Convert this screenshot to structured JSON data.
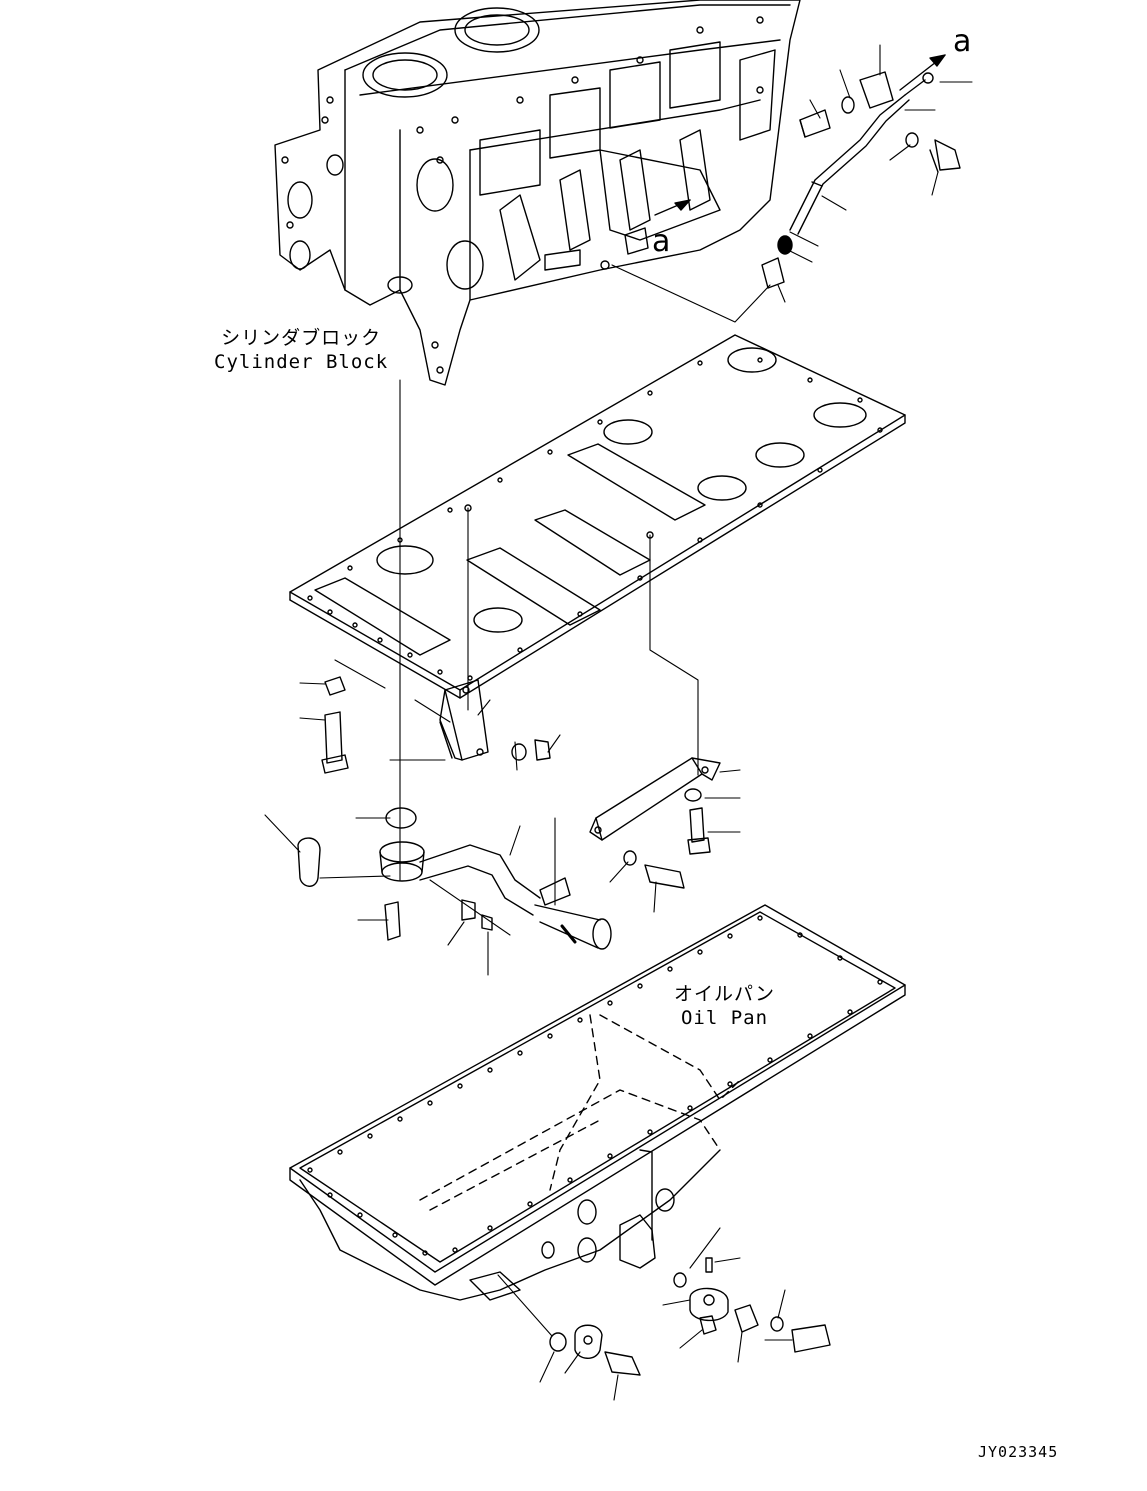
{
  "labels": {
    "cylinder_block_jp": "シリンダブロック",
    "cylinder_block_en": "Cylinder Block",
    "oil_pan_jp": "オイルパン",
    "oil_pan_en": "Oil Pan",
    "ref_a_top": "a",
    "ref_a_block": "a",
    "drawing_code": "JY023345"
  },
  "colors": {
    "ink": "#000000",
    "paper": "#ffffff"
  }
}
